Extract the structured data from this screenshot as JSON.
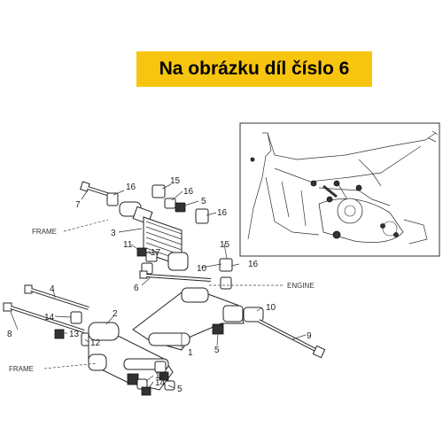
{
  "banner": {
    "text": "Na obrázku díl číslo 6",
    "color": "#f7c50f"
  },
  "context_labels": {
    "frame_top": "FRAME",
    "frame_bottom": "FRAME",
    "engine": "ENGINE"
  },
  "callouts": {
    "n16a": "16",
    "n7": "7",
    "n15a": "15",
    "n16b": "16",
    "n5a": "5",
    "n16c": "16",
    "n3": "3",
    "n11": "11",
    "n17": "17",
    "n15b": "15",
    "n10a": "10",
    "n16d": "16",
    "n6": "6",
    "n4": "4",
    "n2": "2",
    "n14a": "14",
    "n13a": "13",
    "n8": "8",
    "n12": "12",
    "n1": "1",
    "n5b": "5",
    "n10b": "10",
    "n9": "9",
    "n13b": "13",
    "n14b": "14",
    "n5c": "5"
  }
}
